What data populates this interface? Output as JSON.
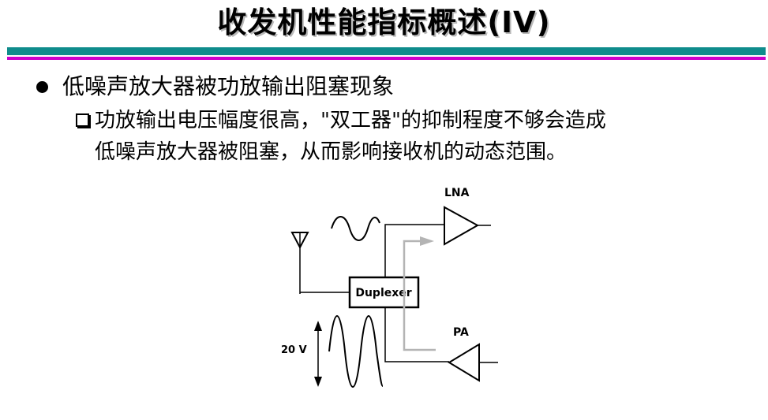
{
  "slide": {
    "title": "收发机性能指标概述(IV)",
    "bullet": "低噪声放大器被功放输出阻塞现象",
    "sub_line1": "功放输出电压幅度很高，\"双工器\"的抑制程度不够会造成",
    "sub_line2": "低噪声放大器被阻塞，从而影响接收机的动态范围。"
  },
  "diagram": {
    "lna_label": "LNA",
    "pa_label": "PA",
    "duplexer_label": "Duplexer",
    "voltage_label": "20 V"
  },
  "colors": {
    "teal_rule": "#0f8c8c",
    "magenta_rule": "#cc00cc",
    "leak_path": "#b4b4b4"
  }
}
